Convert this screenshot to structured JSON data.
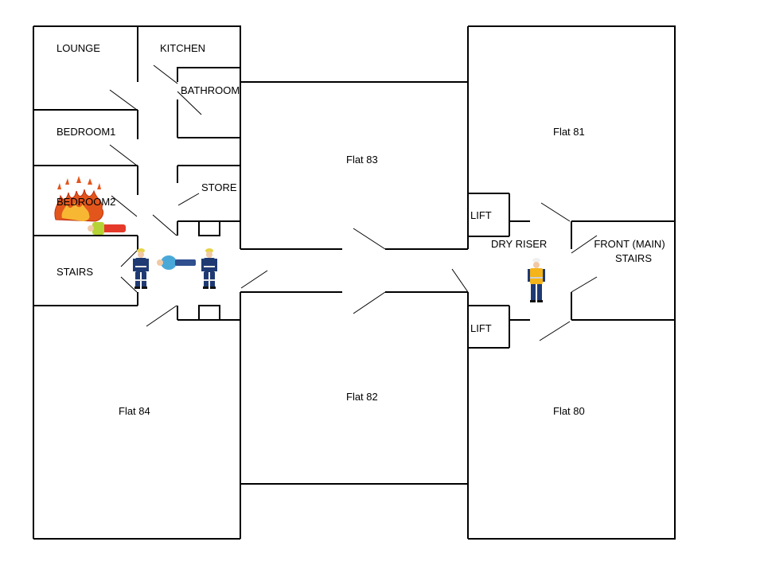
{
  "rooms": {
    "lounge": "LOUNGE",
    "kitchen": "KITCHEN",
    "bathroom": "BATHROOM",
    "bedroom1": "BEDROOM1",
    "bedroom2": "BEDROOM2",
    "store": "STORE",
    "stairs": "STAIRS"
  },
  "flats": {
    "flat83": "Flat 83",
    "flat81": "Flat 81",
    "flat82": "Flat 82",
    "flat84": "Flat 84",
    "flat80": "Flat 80"
  },
  "core": {
    "lift_top": "LIFT",
    "lift_bottom": "LIFT",
    "dry_riser": "DRY RISER",
    "main_stairs_line1": "FRONT (MAIN)",
    "main_stairs_line2": "STAIRS"
  },
  "icons": {
    "fire": "fire-icon",
    "casualty_bedroom": "casualty-icon",
    "casualty_corridor": "casualty-icon",
    "firefighter": "firefighter-icon",
    "officer": "officer-hi-vis-icon"
  },
  "colors": {
    "wall": "#000000",
    "fire": "#e2561c",
    "uniform": "#1f3a73",
    "hi_vis": "#f4b41a"
  }
}
